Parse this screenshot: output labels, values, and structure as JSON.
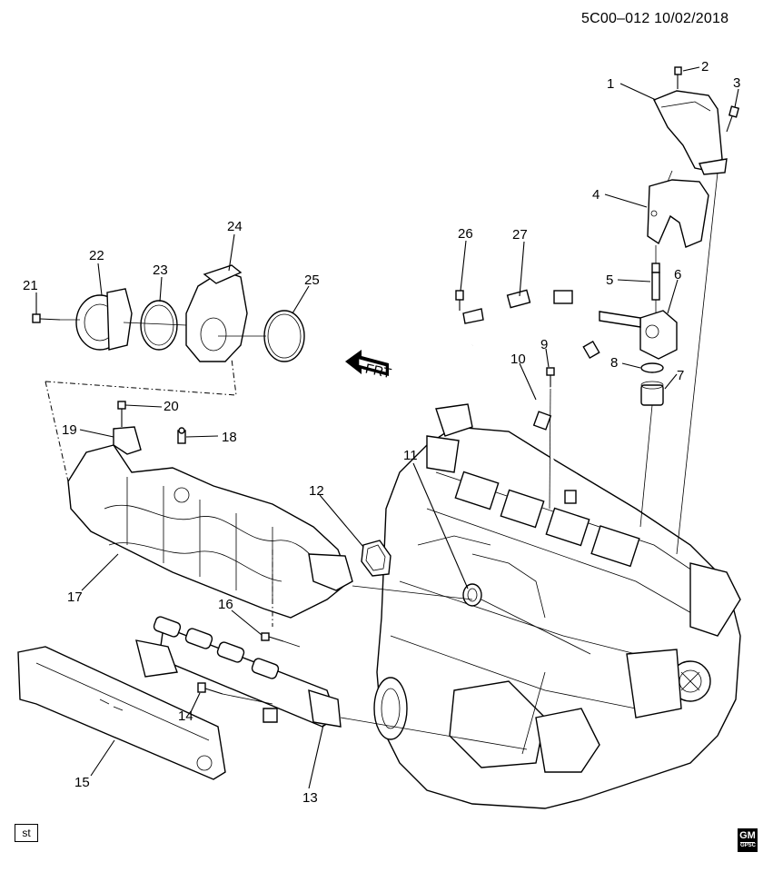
{
  "header": {
    "diagram_id": "5C00–012  10/02/2018"
  },
  "direction_indicator": {
    "label": "FRT"
  },
  "footer": {
    "code": "st",
    "logo_top": "GM",
    "logo_bottom": "GPSC"
  },
  "callouts": [
    {
      "id": "1",
      "label": "1"
    },
    {
      "id": "2",
      "label": "2"
    },
    {
      "id": "3",
      "label": "3"
    },
    {
      "id": "4",
      "label": "4"
    },
    {
      "id": "5",
      "label": "5"
    },
    {
      "id": "6",
      "label": "6"
    },
    {
      "id": "7",
      "label": "7"
    },
    {
      "id": "8",
      "label": "8"
    },
    {
      "id": "9",
      "label": "9"
    },
    {
      "id": "10",
      "label": "10"
    },
    {
      "id": "11",
      "label": "11"
    },
    {
      "id": "12",
      "label": "12"
    },
    {
      "id": "13",
      "label": "13"
    },
    {
      "id": "14",
      "label": "14"
    },
    {
      "id": "15",
      "label": "15"
    },
    {
      "id": "16",
      "label": "16"
    },
    {
      "id": "17",
      "label": "17"
    },
    {
      "id": "18",
      "label": "18"
    },
    {
      "id": "19",
      "label": "19"
    },
    {
      "id": "20",
      "label": "20"
    },
    {
      "id": "21",
      "label": "21"
    },
    {
      "id": "22",
      "label": "22"
    },
    {
      "id": "23",
      "label": "23"
    },
    {
      "id": "24",
      "label": "24"
    },
    {
      "id": "25",
      "label": "25"
    },
    {
      "id": "26",
      "label": "26"
    },
    {
      "id": "27",
      "label": "27"
    }
  ]
}
